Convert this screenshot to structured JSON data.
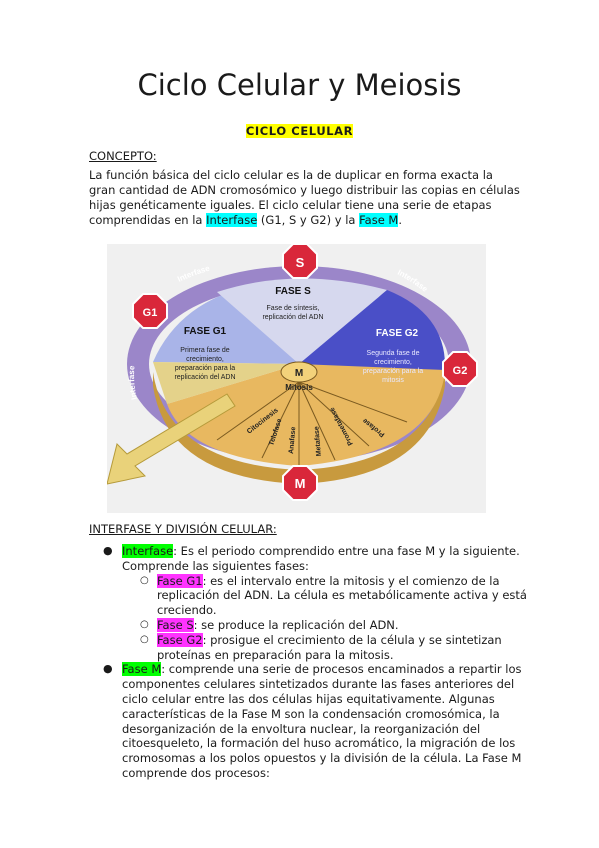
{
  "title": "Ciclo Celular y Meiosis",
  "subtitle": "CICLO CELULAR",
  "concepto": {
    "heading": "CONCEPTO:",
    "p_part1": "La función básica del ciclo celular es la de duplicar en forma exacta la gran cantidad de ADN cromosómico y luego distribuir las copias en células hijas genéticamente iguales. El ciclo celular tiene una serie de etapas comprendidas en la ",
    "interfase": "Interfase",
    "p_part2": " (G1, S y G2) y la ",
    "fase_m": "Fase M",
    "p_part3": "."
  },
  "figure": {
    "interfase_label": "Interfase",
    "fase_s_title": "FASE S",
    "fase_s_desc": [
      "Fase de síntesis,",
      "replicación del ADN"
    ],
    "fase_g1_title": "FASE G1",
    "fase_g1_desc": [
      "Primera fase de",
      "crecimiento,",
      "preparación para la",
      "replicación del ADN"
    ],
    "fase_g2_title": "FASE G2",
    "fase_g2_desc": [
      "Segunda fase de",
      "crecimiento,",
      "preparación para  la",
      "mitosis"
    ],
    "m_letter": "M",
    "mitosis": "Mitosis",
    "citocinesis": "Citocinesis",
    "telofase": "Telofase",
    "anafase": "Anafase",
    "metafase": "Metafase",
    "prometafase": "Prometafase",
    "profase": "Profase",
    "badge_s": "S",
    "badge_g1": "G1",
    "badge_g2": "G2",
    "badge_m": "M"
  },
  "division": {
    "heading": "INTERFASE Y DIVISIÓN CELULAR:",
    "item1_label": "Interfase",
    "item1_text": ": Es el periodo comprendido entre una fase M y la siguiente. Comprende las siguientes fases:",
    "g1_label": "Fase G1",
    "g1_text": ": es el intervalo entre la mitosis y el comienzo de la replicación del ADN. La célula es metabólicamente activa y está creciendo.",
    "s_label": "Fase S",
    "s_text": ": se produce la replicación del ADN.",
    "g2_label": "Fase G2",
    "g2_text": ": prosigue el crecimiento de la célula y se sintetizan proteínas en preparación para la mitosis.",
    "item2_label": "Fase M",
    "item2_text": ": comprende una serie de procesos encaminados a repartir los componentes celulares sintetizados durante las fases anteriores del ciclo celular entre las dos células hijas equitativamente. Algunas características de la Fase M son la condensación cromosómica, la desorganización de la envoltura nuclear, la reorganización del citoesqueleto, la formación del huso acromático, la migración de los cromosomas a los polos opuestos y la división de la célula. La Fase M comprende dos procesos:"
  },
  "colors": {
    "highlight_yellow": "#ffff00",
    "highlight_cyan": "#00ffff",
    "highlight_green": "#00ff00",
    "highlight_magenta": "#ff33ff",
    "badge_red": "#d9273a",
    "ring_purple": "#9b86c9"
  }
}
